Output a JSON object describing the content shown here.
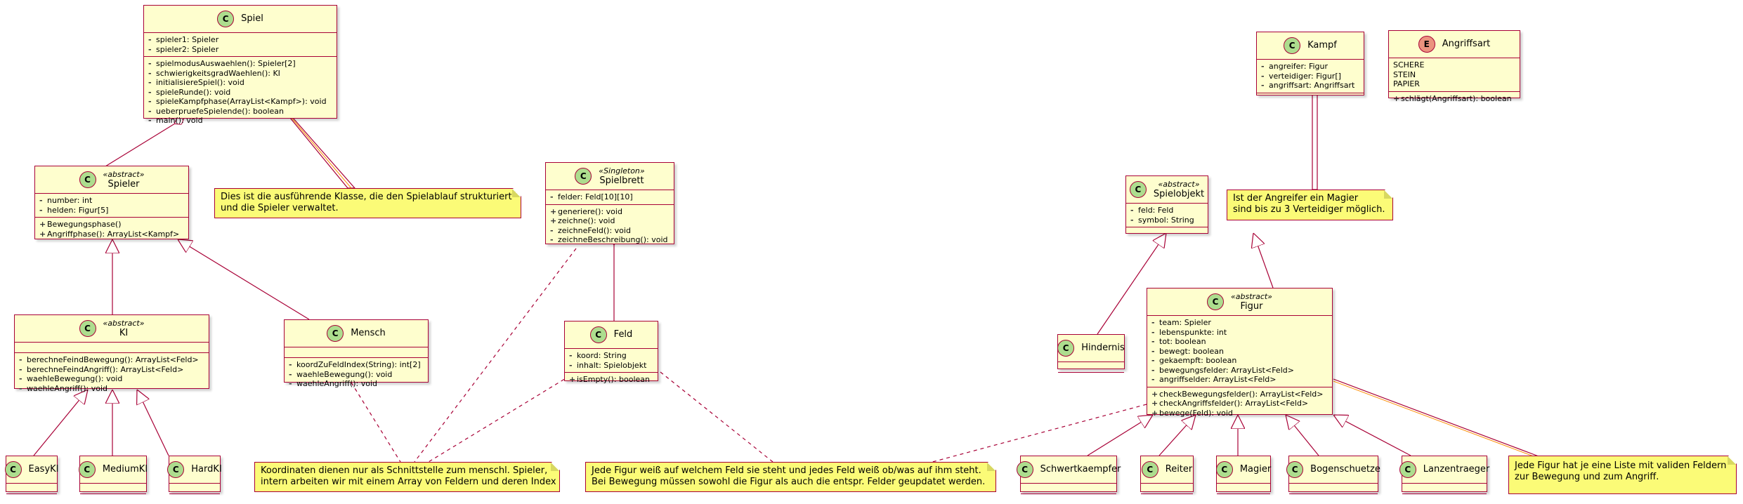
{
  "classes": {
    "spiel": {
      "name": "Spiel",
      "attributes": [
        "spieler1: Spieler",
        "spieler2: Spieler"
      ],
      "methods": [
        "spielmodusAuswaehlen(): Spieler[2]",
        "schwierigkeitsgradWaehlen(): KI",
        "initialisiereSpiel(): void",
        "spieleRunde(): void",
        "spieleKampfphase(ArrayList<Kampf>): void",
        "ueberpruefeSpielende(): boolean",
        "main(): void"
      ]
    },
    "spieler": {
      "stereotype": "«abstract»",
      "name": "Spieler",
      "attributes": [
        "number: int",
        "helden: Figur[5]"
      ],
      "methods": [
        "Bewegungsphase()",
        "Angriffphase(): ArrayList<Kampf>"
      ]
    },
    "ki": {
      "stereotype": "«abstract»",
      "name": "KI",
      "attributes": [],
      "methods": [
        "berechneFeindBewegung(): ArrayList<Feld>",
        "berechneFeindAngriff(): ArrayList<Feld>",
        "waehleBewegung(): void",
        "waehleAngriff(): void"
      ]
    },
    "mensch": {
      "name": "Mensch",
      "attributes": [],
      "methods": [
        "koordZuFeldIndex(String): int[2]",
        "waehleBewegung(): void",
        "waehleAngriff(): void"
      ]
    },
    "easyki": {
      "name": "EasyKI"
    },
    "mediumki": {
      "name": "MediumKI"
    },
    "hardki": {
      "name": "HardKI"
    },
    "spielbrett": {
      "stereotype": "«Singleton»",
      "name": "Spielbrett",
      "attributes": [
        "felder: Feld[10][10]"
      ],
      "methods": [
        "generiere(): void",
        "zeichne(): void",
        "zeichneFeld(): void",
        "zeichneBeschreibung(): void"
      ]
    },
    "feld": {
      "name": "Feld",
      "attributes": [
        "koord: String",
        "inhalt: Spielobjekt"
      ],
      "methods": [
        "isEmpty(): boolean"
      ]
    },
    "kampf": {
      "name": "Kampf",
      "attributes": [
        "angreifer: Figur",
        "verteidiger: Figur[]",
        "angriffsart: Angriffsart"
      ],
      "methods": []
    },
    "angriffsart": {
      "name": "Angriffsart",
      "literals": [
        "SCHERE",
        "STEIN",
        "PAPIER"
      ],
      "methods": [
        "schlägt(Angriffsart): boolean"
      ]
    },
    "spielobjekt": {
      "stereotype": "«abstract»",
      "name": "Spielobjekt",
      "attributes": [
        "feld: Feld",
        "symbol: String"
      ],
      "methods": []
    },
    "hindernis": {
      "name": "Hindernis"
    },
    "figur": {
      "stereotype": "«abstract»",
      "name": "Figur",
      "attributes": [
        "team: Spieler",
        "lebenspunkte: int",
        "tot: boolean",
        "bewegt: boolean",
        "gekaempft: boolean",
        "bewegungsfelder: ArrayList<Feld>",
        "angriffselder: ArrayList<Feld>"
      ],
      "methods": [
        "checkBewegungsfelder(): ArrayList<Feld>",
        "checkAngriffsfelder(): ArrayList<Feld>",
        "bewege(Feld): void"
      ]
    },
    "schwertkaempfer": {
      "name": "Schwertkaempfer"
    },
    "reiter": {
      "name": "Reiter"
    },
    "magier": {
      "name": "Magier"
    },
    "bogenschuetze": {
      "name": "Bogenschuetze"
    },
    "lanzentraeger": {
      "name": "Lanzentraeger"
    }
  },
  "notes": {
    "spiel_note": [
      "Dies ist die ausführende Klasse, die den Spielablauf strukturiert",
      "und die Spieler verwaltet."
    ],
    "kampf_note": [
      "Ist der Angreifer ein Magier",
      "sind bis zu 3 Verteidiger möglich."
    ],
    "koord_note": [
      "Koordinaten dienen nur als Schnittstelle zum menschl. Spieler,",
      "intern arbeiten wir mit einem Array von Feldern und deren Index"
    ],
    "feld_note": [
      "Jede Figur weiß auf welchem Feld sie steht und jedes Feld weiß ob/was auf ihm steht.",
      "Bei Bewegung müssen sowohl die Figur als auch die entspr. Felder geupdatet werden."
    ],
    "figur_note": [
      "Jede Figur hat je eine Liste mit validen Feldern",
      "zur Bewegung und zum Angriff."
    ]
  },
  "icons": {
    "class": "C",
    "enum": "E",
    "private": "-",
    "public": "+"
  },
  "colors": {
    "class_fill": "#fefece",
    "border": "#a80036",
    "note_fill": "#fbfb77",
    "class_icon": "#addd8e",
    "enum_icon": "#eb937f",
    "note_link": "#ff8c00"
  }
}
